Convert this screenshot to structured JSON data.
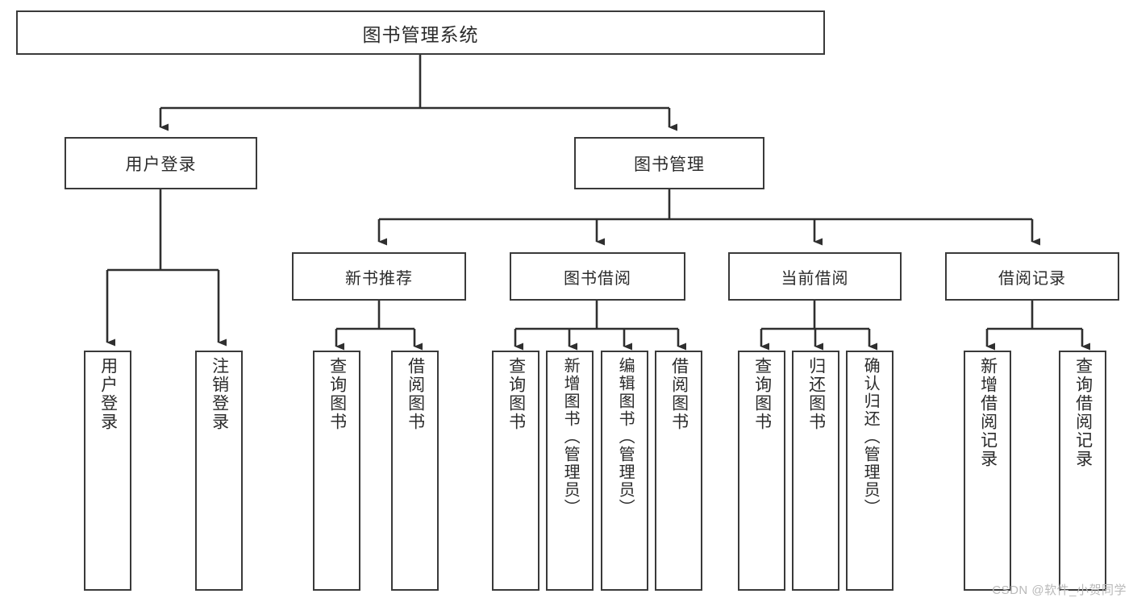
{
  "diagram": {
    "title": "图书管理系统",
    "type": "hierarchy-tree",
    "root": {
      "label": "图书管理系统"
    },
    "level2": [
      {
        "label": "用户登录"
      },
      {
        "label": "图书管理"
      }
    ],
    "level3": [
      {
        "label": "新书推荐"
      },
      {
        "label": "图书借阅"
      },
      {
        "label": "当前借阅"
      },
      {
        "label": "借阅记录"
      }
    ],
    "leaves": {
      "user_login": [
        {
          "label": "用户登录"
        },
        {
          "label": "注销登录"
        }
      ],
      "new_book_recommend": [
        {
          "label": "查询图书"
        },
        {
          "label": "借阅图书"
        }
      ],
      "book_borrow": [
        {
          "label": "查询图书"
        },
        {
          "label": "新增图书（管理员）"
        },
        {
          "label": "编辑图书（管理员）"
        },
        {
          "label": "借阅图书"
        }
      ],
      "current_borrow": [
        {
          "label": "查询图书"
        },
        {
          "label": "归还图书"
        },
        {
          "label": "确认归还（管理员）"
        }
      ],
      "borrow_record": [
        {
          "label": "新增借阅记录"
        },
        {
          "label": "查询借阅记录"
        }
      ]
    }
  },
  "watermark": {
    "text": "CSDN @软件_小贺同学"
  },
  "colors": {
    "border": "#3a3a3a",
    "text": "#2b2b2b",
    "background": "#ffffff",
    "watermark": "#b9b9b9"
  }
}
